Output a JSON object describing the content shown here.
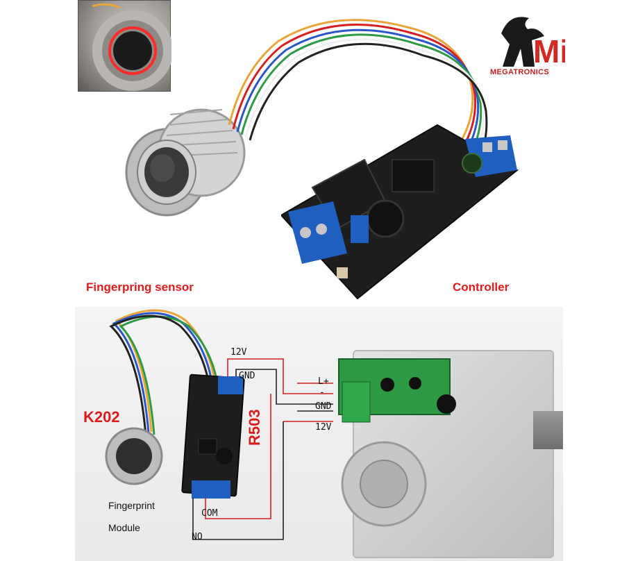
{
  "top": {
    "logo_text": "MEGATRONICS",
    "caption_sensor": "Fingerpring sensor",
    "caption_controller": "Controller"
  },
  "bottom": {
    "label_k202": "K202",
    "label_r503": "R503",
    "module_line1": "Fingerprint",
    "module_line2": "Module",
    "wire_12v_top": "12V",
    "wire_gnd_top": "GND",
    "wire_lplus": "L+",
    "wire_lminus": "-",
    "wire_gnd_right": "GND",
    "wire_12v_right": "12V",
    "wire_com": "COM",
    "wire_no": "NO"
  },
  "colors": {
    "caption_red": "#e01b1b",
    "wire_red": "#d42020",
    "wire_black": "#222222",
    "terminal_blue": "#1f5fbf",
    "pcb_green": "#2f9a45"
  }
}
